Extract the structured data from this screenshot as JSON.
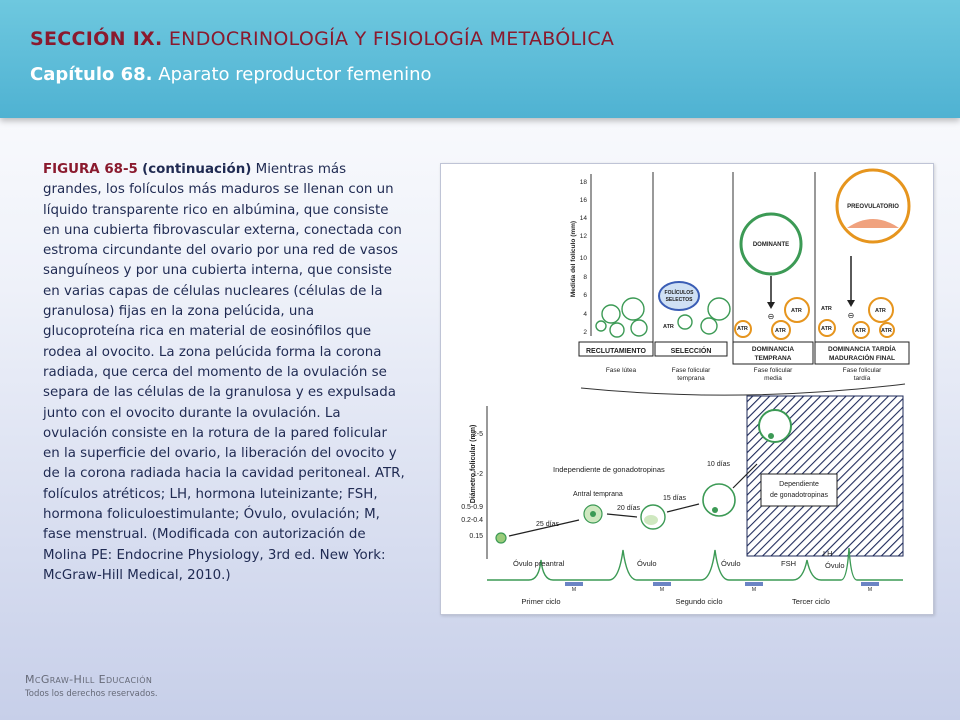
{
  "header": {
    "section_label": "SECCIÓN IX.",
    "section_title": "ENDOCRINOLOGÍA Y FISIOLOGÍA METABÓLICA",
    "chapter_label": "Capítulo 68.",
    "chapter_title": "Aparato reproductor femenino"
  },
  "caption": {
    "figure_label": "FIGURA 68-5",
    "continuation": "(continuación)",
    "text": "Mientras más grandes, los folículos más maduros se llenan con un líquido transparente rico en albúmina, que consiste en una cubierta fibrovascular externa, conectada con estroma circundante del ovario por una red de vasos sanguíneos y por una cubierta interna, que consiste en varias capas de células nucleares (células de la granulosa) fijas en la zona pelúcida, una glucoproteína rica en material de eosinófilos que rodea al ovocito. La zona pelúcida forma la corona radiada, que cerca del momento de la ovulación se separa de las células de la granulosa y es expulsada junto con el ovocito durante la ovulación. La ovulación consiste en la rotura de la pared folicular en la superficie del ovario, la liberación del ovocito y de la corona radiada hacia la cavidad peritoneal. ATR, folículos atréticos; LH, hormona luteinizante; FSH, hormona foliculoestimulante; Óvulo, ovulación; M, fase menstrual. (Modificada con autorización de Molina PE: Endocrine Physiology, 3rd ed. New York: McGraw-Hill Medical, 2010.)"
  },
  "figure": {
    "top_axis_label": "Medida del folículo (mm)",
    "top_ticks": [
      "18",
      "16",
      "14",
      "12",
      "10",
      "8",
      "6",
      "4",
      "2"
    ],
    "stage_boxes": [
      "RECLUTAMIENTO",
      "SELECCIÓN",
      "DOMINANCIA",
      "TEMPRANA",
      "DOMINANCIA TARDÍA",
      "MADURACIÓN FINAL"
    ],
    "phase_labels": [
      "Fase lútea",
      "Fase folicular",
      "temprana",
      "Fase folicular",
      "media",
      "Fase folicular",
      "tardía"
    ],
    "follicle_labels": {
      "selected": [
        "FOLÍCULOS",
        "SELECTOS"
      ],
      "dominant": "DOMINANTE",
      "preovulatory": "PREOVULATORIO",
      "atr": "ATR",
      "minus": "⊖"
    },
    "bottom_axis_label": "Diámetro folicular (mm)",
    "bottom_ticks": [
      "2-5",
      "1-2",
      "0.5-0.9",
      "0.2-0.4",
      "0.15"
    ],
    "independent_label": "Independiente de gonadotropinas",
    "dependent_label": [
      "Dependiente",
      "de gonadotropinas"
    ],
    "days": [
      "25 días",
      "Antral temprana",
      "20 días",
      "15 días",
      "10 días"
    ],
    "cycle_labels": [
      "Óvulo preantral",
      "Óvulo",
      "Óvulo",
      "FSH",
      "LH",
      "Óvulo"
    ],
    "m_label": "M",
    "cycles": [
      "Primer ciclo",
      "Segundo ciclo",
      "Tercer ciclo"
    ]
  },
  "footer": {
    "brand": "McGraw-Hill Educación",
    "rights": "Todos los derechos reservados."
  }
}
